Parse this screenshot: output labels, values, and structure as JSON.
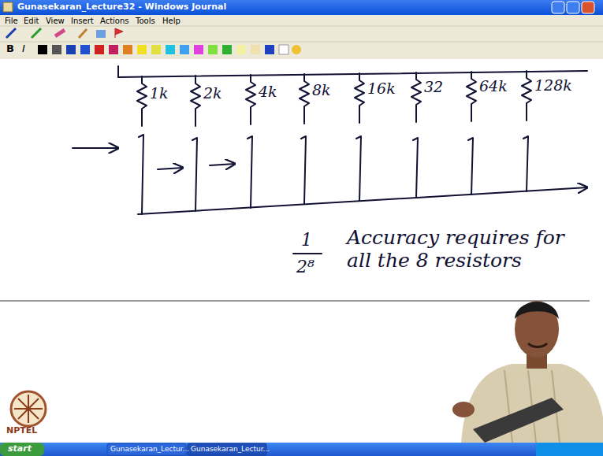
{
  "diagram": {
    "title": "Gunasekaran_Lecture32 - Windows Journal",
    "labels": [
      "File",
      "Edit",
      "View",
      "Insert",
      "Actions",
      "Tools",
      "Help",
      "B",
      "I",
      "1k",
      "2k",
      "4k",
      "8k",
      "16k",
      "32",
      "64k",
      "128k",
      "1",
      "2⁸",
      "Accuracy requires for all the 8 resistors",
      "NPTEL",
      "start",
      "Gunasekaran_Lectur...",
      "Gunasekaran_Lectur..."
    ]
  }
}
